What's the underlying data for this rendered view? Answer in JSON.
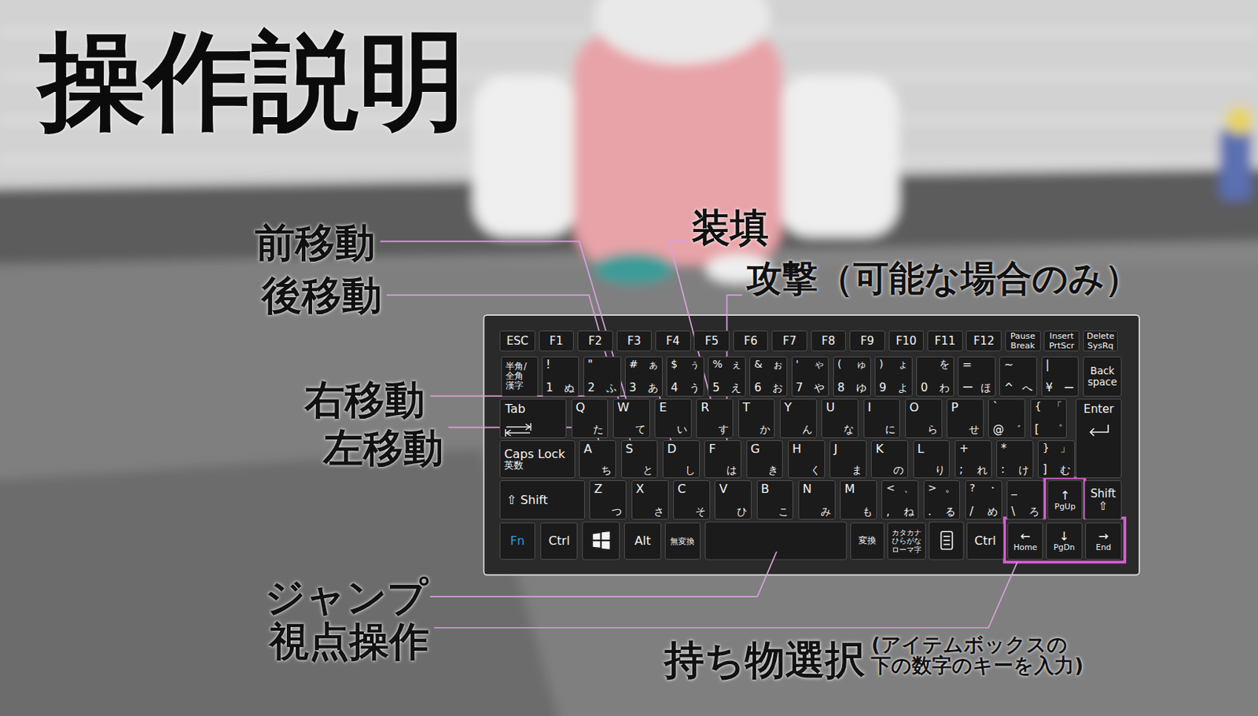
{
  "diagram": {
    "title": "操作説明",
    "nodes": [
      {
        "text": [
          "ESC"
        ]
      },
      {
        "text": [
          "F1"
        ]
      },
      {
        "text": [
          "F2"
        ]
      },
      {
        "text": [
          "F3"
        ]
      },
      {
        "text": [
          "F4"
        ]
      },
      {
        "text": [
          "F5"
        ]
      },
      {
        "text": [
          "F6"
        ]
      },
      {
        "text": [
          "F7"
        ]
      },
      {
        "text": [
          "F8"
        ]
      },
      {
        "text": [
          "F9"
        ]
      },
      {
        "text": [
          "F10"
        ]
      },
      {
        "text": [
          "F11"
        ]
      },
      {
        "text": [
          "F12"
        ]
      },
      {
        "text": [
          "Pause",
          "Break"
        ]
      },
      {
        "text": [
          "Insert",
          "PrtScr"
        ]
      },
      {
        "text": [
          "Delete",
          "SysRq"
        ]
      },
      {
        "text": [
          "半角/ 全角",
          "漢字"
        ]
      },
      {
        "text": [
          "!",
          "1",
          "ぬ"
        ]
      },
      {
        "text": [
          "\"",
          "2",
          "ふ"
        ]
      },
      {
        "text": [
          "#",
          "ぁ",
          "3",
          "あ"
        ]
      },
      {
        "text": [
          "$",
          "ぅ",
          "4",
          "う"
        ]
      },
      {
        "text": [
          "%",
          "ぇ",
          "5",
          "え"
        ]
      },
      {
        "text": [
          "&",
          "ぉ",
          "6",
          "お"
        ]
      },
      {
        "text": [
          "'",
          "ゃ",
          "7",
          "や"
        ]
      },
      {
        "text": [
          "(",
          "ゅ",
          "8",
          "ゆ"
        ]
      },
      {
        "text": [
          ")",
          "ょ",
          "9",
          "よ"
        ]
      },
      {
        "text": [
          "を",
          "0",
          "わ"
        ]
      },
      {
        "text": [
          "=",
          "ー",
          "ほ"
        ]
      },
      {
        "text": [
          "~",
          "^",
          "へ"
        ]
      },
      {
        "text": [
          "|",
          "¥",
          "ー"
        ]
      },
      {
        "text": [
          "Back space"
        ]
      },
      {
        "text": [
          "Tab"
        ]
      },
      {
        "text": [
          "Q",
          "た"
        ]
      },
      {
        "text": [
          "W",
          "て"
        ]
      },
      {
        "text": [
          "E",
          "い"
        ]
      },
      {
        "text": [
          "R",
          "す"
        ]
      },
      {
        "text": [
          "T",
          "か"
        ]
      },
      {
        "text": [
          "Y",
          "ん"
        ]
      },
      {
        "text": [
          "U",
          "な"
        ]
      },
      {
        "text": [
          "I",
          "に"
        ]
      },
      {
        "text": [
          "O",
          "ら"
        ]
      },
      {
        "text": [
          "P",
          "せ"
        ]
      },
      {
        "text": [
          "`",
          "@",
          "゛"
        ]
      },
      {
        "text": [
          "{",
          "「",
          "[",
          "゜"
        ]
      },
      {
        "text": [
          "Enter"
        ]
      },
      {
        "text": [
          "Caps Lock",
          "英数"
        ]
      },
      {
        "text": [
          "A",
          "ち"
        ]
      },
      {
        "text": [
          "S",
          "と"
        ]
      },
      {
        "text": [
          "D",
          "し"
        ]
      },
      {
        "text": [
          "F",
          "は"
        ]
      },
      {
        "text": [
          "G",
          "き"
        ]
      },
      {
        "text": [
          "H",
          "く"
        ]
      },
      {
        "text": [
          "J",
          "ま"
        ]
      },
      {
        "text": [
          "K",
          "の"
        ]
      },
      {
        "text": [
          "L",
          "り"
        ]
      },
      {
        "text": [
          "+",
          ";",
          "れ"
        ]
      },
      {
        "text": [
          "*",
          ":",
          "け"
        ]
      },
      {
        "text": [
          "}",
          "」",
          "]",
          "む"
        ]
      },
      {
        "text": [
          "⇧ Shift"
        ]
      },
      {
        "text": [
          "Z",
          "つ"
        ]
      },
      {
        "text": [
          "X",
          "さ"
        ]
      },
      {
        "text": [
          "C",
          "そ"
        ]
      },
      {
        "text": [
          "V",
          "ひ"
        ]
      },
      {
        "text": [
          "B",
          "こ"
        ]
      },
      {
        "text": [
          "N",
          "み"
        ]
      },
      {
        "text": [
          "M",
          "も"
        ]
      },
      {
        "text": [
          "<",
          "、",
          ",",
          "ね"
        ]
      },
      {
        "text": [
          ">",
          "。",
          ".",
          "る"
        ]
      },
      {
        "text": [
          "?",
          "・",
          "/",
          "め"
        ]
      },
      {
        "text": [
          "_",
          "\\",
          "ろ"
        ]
      },
      {
        "text": [
          "↑",
          "PgUp"
        ]
      },
      {
        "text": [
          "Shift",
          "⇧"
        ]
      },
      {
        "text": [
          "Fn"
        ]
      },
      {
        "text": [
          "Ctrl"
        ]
      },
      {
        "text": [
          "Alt"
        ]
      },
      {
        "text": [
          "無変換"
        ]
      },
      {
        "text": [
          "変換"
        ]
      },
      {
        "text": [
          "カタカナ",
          "ひらがな",
          "ローマ字"
        ]
      },
      {
        "text": [
          "Ctrl"
        ]
      },
      {
        "text": [
          "←",
          "Home"
        ]
      },
      {
        "text": [
          "↓",
          "PgDn"
        ]
      },
      {
        "text": [
          "→",
          "End"
        ]
      }
    ],
    "labels": [
      "装填",
      "前移動",
      "攻撃（可能な場合のみ）",
      "後移動",
      "右移動",
      "左移動",
      "ジャンプ",
      "視点操作",
      "持ち物選択",
      "(アイテムボックスの 下の数字のキーを入力)"
    ]
  }
}
